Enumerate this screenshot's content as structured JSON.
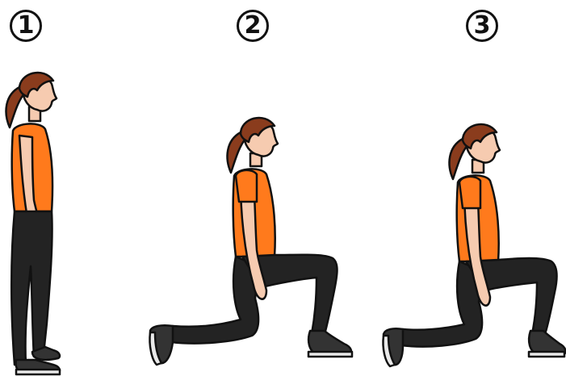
{
  "steps": [
    {
      "number": "1"
    },
    {
      "number": "2"
    },
    {
      "number": "3"
    }
  ],
  "colors": {
    "shirt": "#ff7a1c",
    "hair": "#8a3c1d",
    "skin": "#f6cbb0",
    "leggings": "#232323",
    "outline": "#111111",
    "shoe": "#333333",
    "sole": "#e9e9e9"
  }
}
